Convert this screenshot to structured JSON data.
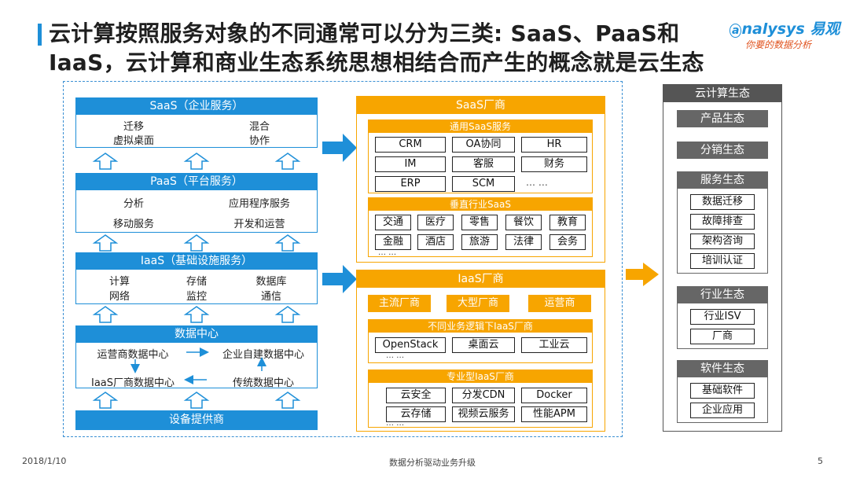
{
  "title": {
    "line1": "云计算按照服务对象的不同通常可以分为三类: SaaS、PaaS和",
    "line2": "IaaS，云计算和商业生态系统思想相结合而产生的概念就是云生态"
  },
  "logo": {
    "brand": "nalysys",
    "brand_cn": "易观",
    "slogan": "你要的数据分析"
  },
  "left": {
    "saas": {
      "header": "SaaS（企业服务）",
      "items": [
        "迁移",
        "混合",
        "虚拟桌面",
        "协作"
      ]
    },
    "paas": {
      "header": "PaaS（平台服务）",
      "items": [
        "分析",
        "应用程序服务",
        "移动服务",
        "开发和运营"
      ]
    },
    "iaas": {
      "header": "IaaS（基础设施服务）",
      "items": [
        "计算",
        "存储",
        "数据库",
        "网络",
        "监控",
        "通信"
      ]
    },
    "dc": {
      "header": "数据中心",
      "items": [
        "运营商数据中心",
        "企业自建数据中心",
        "IaaS厂商数据中心",
        "传统数据中心"
      ]
    },
    "provider": "设备提供商"
  },
  "middle": {
    "saas_vendor": {
      "header": "SaaS厂商",
      "general": {
        "header": "通用SaaS服务",
        "items": [
          "CRM",
          "OA协同",
          "HR",
          "IM",
          "客服",
          "财务",
          "ERP",
          "SCM"
        ],
        "more": "… …"
      },
      "vertical": {
        "header": "垂直行业SaaS",
        "items": [
          "交通",
          "医疗",
          "零售",
          "餐饮",
          "教育",
          "金融",
          "酒店",
          "旅游",
          "法律",
          "会务"
        ],
        "more": "… …"
      }
    },
    "iaas_vendor": {
      "header": "IaaS厂商",
      "types": [
        "主流厂商",
        "大型厂商",
        "运营商"
      ],
      "logic": {
        "header": "不同业务逻辑下IaaS厂商",
        "items": [
          "OpenStack",
          "桌面云",
          "工业云"
        ],
        "more": "… …"
      },
      "special": {
        "header": "专业型IaaS厂商",
        "items": [
          "云安全",
          "分发CDN",
          "Docker",
          "云存储",
          "视频云服务",
          "性能APM"
        ],
        "more": "… …"
      }
    }
  },
  "right": {
    "header": "云计算生态",
    "product": "产品生态",
    "distribution": "分销生态",
    "service": {
      "header": "服务生态",
      "items": [
        "数据迁移",
        "故障排查",
        "架构咨询",
        "培训认证"
      ]
    },
    "industry": {
      "header": "行业生态",
      "items": [
        "行业ISV",
        "厂商"
      ]
    },
    "software": {
      "header": "软件生态",
      "items": [
        "基础软件",
        "企业应用"
      ]
    }
  },
  "footer": {
    "date": "2018/1/10",
    "center": "数据分析驱动业务升级",
    "page": "5"
  },
  "colors": {
    "blue": "#1e8fd8",
    "orange": "#f7a500",
    "gray": "#555555"
  }
}
